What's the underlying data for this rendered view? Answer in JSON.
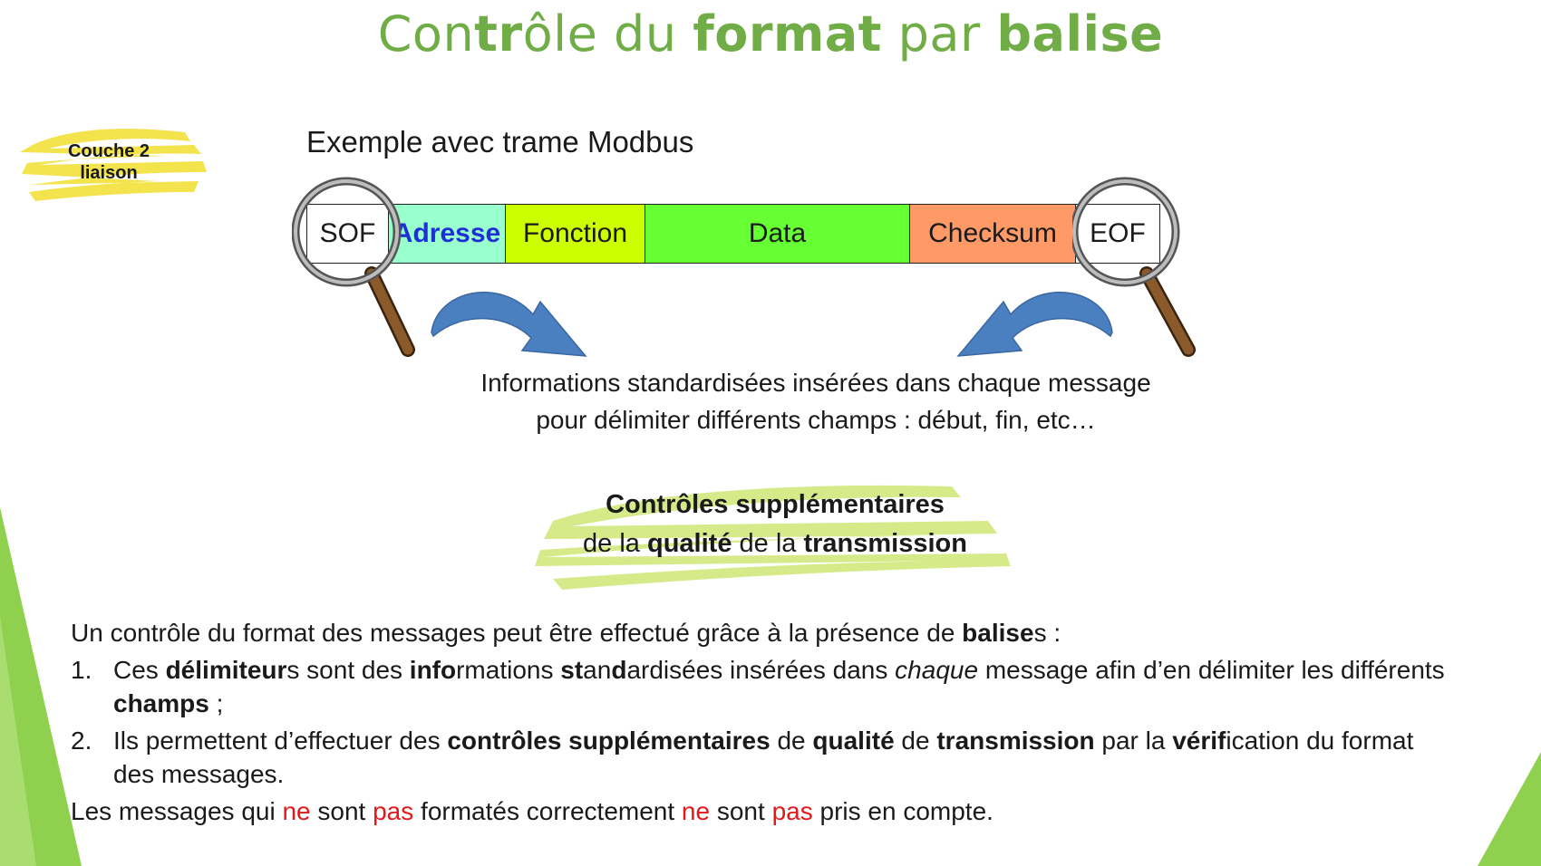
{
  "title": {
    "part1": "Con",
    "part2": "tr",
    "part3": "ôle du ",
    "part4": "format",
    "part5": " par ",
    "part6": "balise"
  },
  "layer_label": {
    "line1": "Couche 2",
    "line2": "liaison"
  },
  "example_caption": "Exemple avec trame Modbus",
  "frame_fields": [
    {
      "label": "SOF",
      "color": "#ffffff",
      "text_color": "#1a1a1a"
    },
    {
      "label": "Adresse",
      "color": "#99ffcc",
      "text_color": "#1f2fd6"
    },
    {
      "label": "Fonction",
      "color": "#ccff00",
      "text_color": "#1a1a1a"
    },
    {
      "label": "Data",
      "color": "#66ff33",
      "text_color": "#1a1a1a"
    },
    {
      "label": "Checksum",
      "color": "#ff9966",
      "text_color": "#1a1a1a"
    },
    {
      "label": "EOF",
      "color": "#ffffff",
      "text_color": "#1a1a1a"
    }
  ],
  "info": {
    "line1": "Informations standardisées insérées dans chaque message",
    "line2": "pour délimiter différents champs : début, fin, etc…"
  },
  "extra_controls": {
    "line1": "Contrôles supplémentaires",
    "line2_a": "de la ",
    "line2_b": "qualité",
    "line2_c": " de la ",
    "line2_d": "transmission"
  },
  "body": {
    "intro_a": "Un contrôle du format des messages peut être effectué grâce à la présence de ",
    "intro_b": "balise",
    "intro_c": "s :",
    "item1": {
      "num": "1.",
      "t1": "Ces ",
      "t2": "délimiteur",
      "t3": "s sont des ",
      "t4": "info",
      "t5": "rmations ",
      "t6": "st",
      "t7": "an",
      "t8": "d",
      "t9": "ardisées insérées dans ",
      "t10": "chaque",
      "t11": " message afin d’en délimiter les différents ",
      "t12": "champs",
      "t13": " ;"
    },
    "item2": {
      "num": "2.",
      "t1": "Ils permettent d’effectuer des ",
      "t2": "contrôles supplémentaires",
      "t3": " de ",
      "t4": "qualité",
      "t5": " de ",
      "t6": "transmission",
      "t7": " par la ",
      "t8": "vérif",
      "t9": "ication du format des messages."
    },
    "footer": {
      "t1": "Les messages qui ",
      "t2": "ne",
      "t3": " sont ",
      "t4": "pas",
      "t5": " formatés correctement ",
      "t6": "ne",
      "t7": " sont ",
      "t8": "pas",
      "t9": " pris en compte."
    }
  },
  "colors": {
    "accent": "#70ad47",
    "highlight_yellow": "#f3e34d",
    "highlight_green": "#d7ea8a",
    "arrow_blue": "#4a7fc0",
    "corner_green": "#8fd14f",
    "handle_brown": "#7a4a22",
    "red_text": "#e0191c"
  }
}
